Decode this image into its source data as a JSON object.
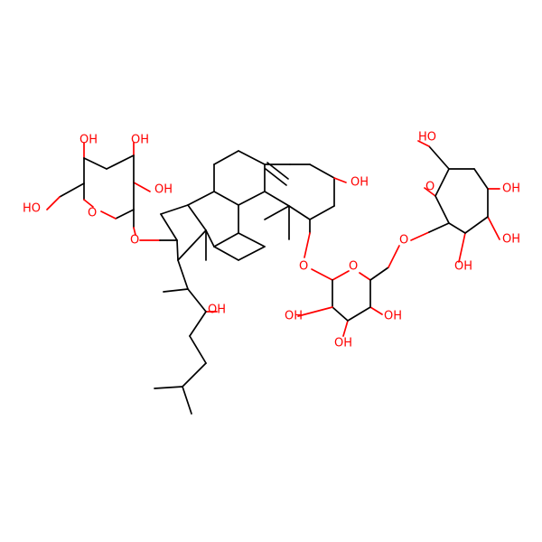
{
  "colors": {
    "carbon": "#000000",
    "oxygen": "#ff0000",
    "background": "#ffffff"
  },
  "labels": {
    "oh_sugar1_a": "OH",
    "oh_sugar1_b": "OH",
    "oh_sugar1_c": "OH",
    "ho_sugar1_ch2": "HO",
    "o_ring1": "O",
    "o_link1": "O",
    "oh_c3": "OH",
    "oh_side": "OH",
    "o_link2": "O",
    "o_ring2": "O",
    "o_link3": "O",
    "oh_sugar2_a": "OH",
    "oh_sugar2_b": "OH",
    "oh_sugar2_c": "OH",
    "o_ring3": "O",
    "ho_sugar3_ch2": "HO",
    "oh_sugar3_a": "OH",
    "oh_sugar3_b": "OH",
    "oh_sugar3_c": "OH"
  }
}
